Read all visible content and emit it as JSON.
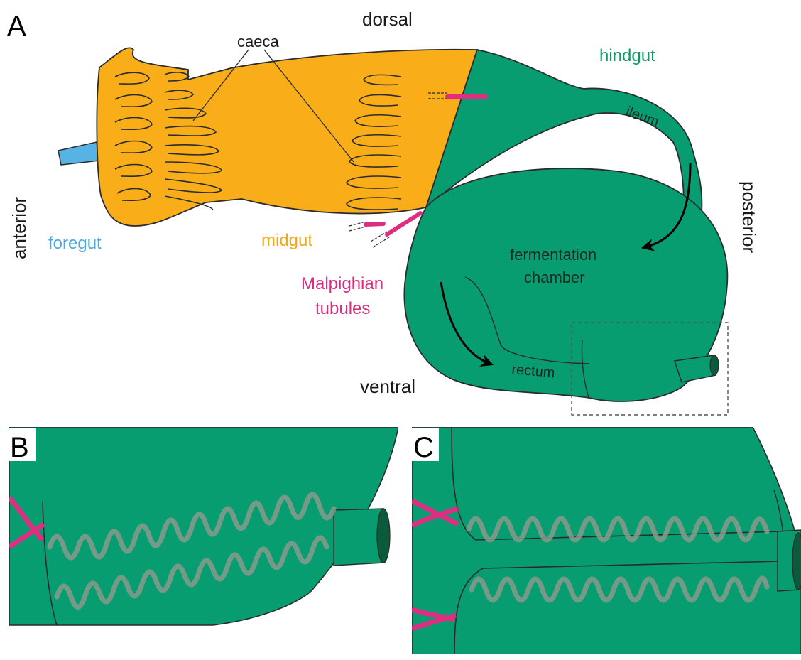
{
  "panels": {
    "a": "A",
    "b": "B",
    "c": "C"
  },
  "labels": {
    "dorsal": "dorsal",
    "ventral": "ventral",
    "anterior": "anterior",
    "posterior": "posterior",
    "caeca": "caeca",
    "hindgut": "hindgut",
    "ileum": "ileum",
    "foregut": "foregut",
    "midgut": "midgut",
    "malpighian_line1": "Malpighian",
    "malpighian_line2": "tubules",
    "fermentation_line1": "fermentation",
    "fermentation_line2": "chamber",
    "rectum": "rectum"
  },
  "colors": {
    "midgut": "#f9ae19",
    "hindgut": "#079d70",
    "foregut": "#56b3e4",
    "malpighian": "#dd2e82",
    "tubule_gray": "#8a9a8c",
    "outline": "#2b2b2b",
    "foregut_text": "#4fa7e0",
    "midgut_text": "#f3a712",
    "hindgut_text": "#0f9a68",
    "malpighian_text": "#dc2d7e"
  }
}
